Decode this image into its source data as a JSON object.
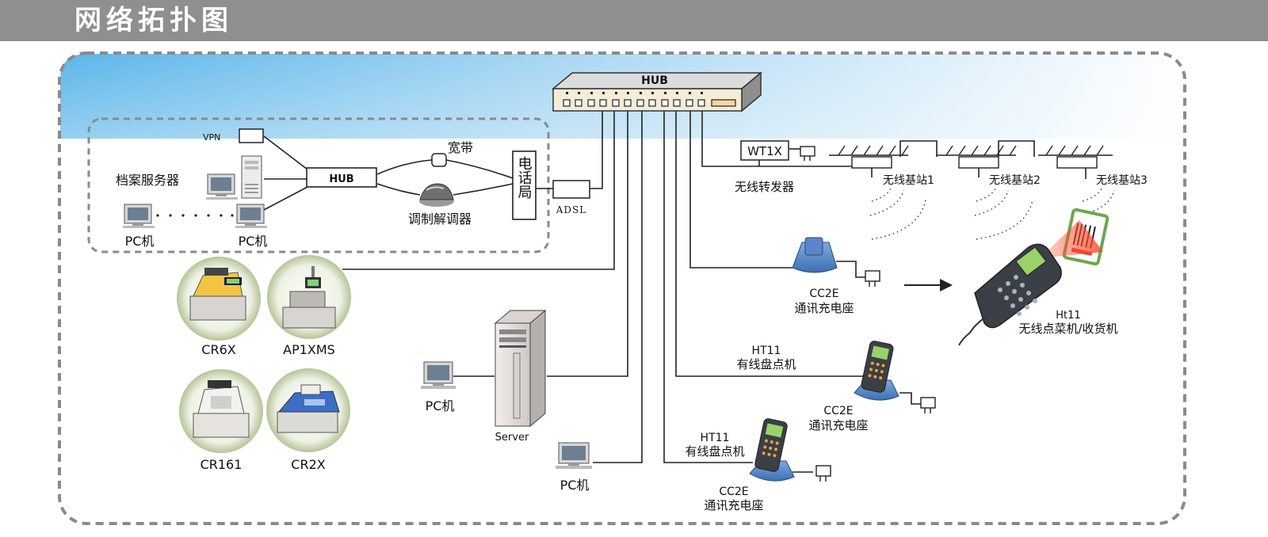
{
  "header": {
    "title": "网络拓扑图"
  },
  "colors": {
    "header_bg": "#8f8f8f",
    "sky_top": "#5fb8ec",
    "frame": "#8a8a8a",
    "line": "#222222"
  },
  "hub_main": {
    "label": "HUB"
  },
  "lan": {
    "vpn": "VPN",
    "hub": "HUB",
    "broadband": "宽带",
    "modem": "调制解调器",
    "telecom": "电话局",
    "adsl": "ADSL",
    "archive_server": "档案服务器",
    "pc_left": "PC机",
    "pc_right": "PC机"
  },
  "pos": {
    "cr6x": "CR6X",
    "ap1xms": "AP1XMS",
    "cr161": "CR161",
    "cr2x": "CR2X"
  },
  "center": {
    "server": "Server",
    "pc_server": "PC机",
    "pc_bottom": "PC机"
  },
  "wireless": {
    "wt1x": "WT1X",
    "repeater": "无线转发器",
    "base1": "无线基站1",
    "base2": "无线基站2",
    "base3": "无线基站3"
  },
  "cradle1": {
    "model": "CC2E",
    "name": "通讯充电座"
  },
  "handheld": {
    "model": "Ht11",
    "name": "无线点菜机/收货机"
  },
  "wired1": {
    "model": "HT11",
    "name": "有线盘点机"
  },
  "cradle2": {
    "model": "CC2E",
    "name": "通讯充电座"
  },
  "wired2": {
    "model": "HT11",
    "name": "有线盘点机"
  },
  "cradle3": {
    "model": "CC2E",
    "name": "通讯充电座"
  }
}
